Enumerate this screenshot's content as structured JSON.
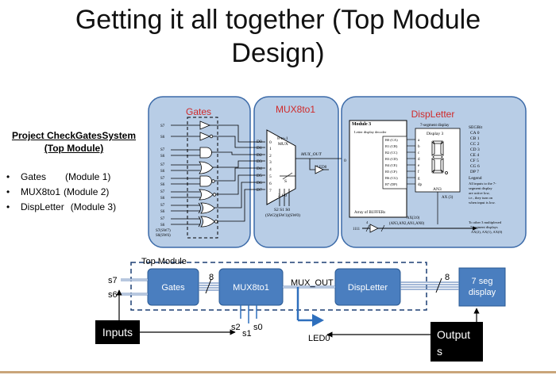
{
  "title": {
    "line1": "Getting it all together (Top Module",
    "line2": "Design)"
  },
  "project": {
    "line1": "Project CheckGatesSystem",
    "line2": "(Top Module)"
  },
  "bullets": [
    {
      "name": "Gates",
      "module": "(Module 1)"
    },
    {
      "name": "MUX8to1",
      "module": "(Module 2)"
    },
    {
      "name": "DispLetter",
      "module": "(Module 3)"
    }
  ],
  "schematic": {
    "gates_title": "Gates",
    "mux_title": "MUX8to1",
    "disp_title": "DispLetter",
    "gate_input_labels": [
      "S7",
      "S6",
      "S7",
      "S6",
      "S7",
      "S6",
      "S7",
      "S6",
      "S7",
      "S6",
      "S7",
      "S6",
      "S7",
      "S6"
    ],
    "gate_bottom_labels": [
      "S7(SW7)",
      "S6(SW6)"
    ],
    "mux_inputs": [
      "D0",
      "D1",
      "D2",
      "D3",
      "D4",
      "D5",
      "D6",
      "D7"
    ],
    "mux_input_nums": [
      "0",
      "1",
      "2",
      "3",
      "4",
      "5",
      "6",
      "7"
    ],
    "mux_block_label_1": "8-to-1",
    "mux_block_label_2": "MUX",
    "mux_s_label": "S",
    "mux_sel_nums": "2  1  0",
    "mux_out_label": "MUX_OUT",
    "led_label": "LED0",
    "mux_out_num": "0",
    "mux_sel_label_1": "S2 S1 S0",
    "mux_sel_label_2": "(SW2)(SW1)(SW0)",
    "module3_label": "Module 3",
    "decoder_label": "Letter display decoder",
    "seg_outputs": [
      "B0 (CA)",
      "B1 (CB)",
      "B2 (CC)",
      "B3 (CD)",
      "B4 (CE)",
      "B5 (CF)",
      "B6 (CG)",
      "B7 (DP)"
    ],
    "seg_letters": [
      "a",
      "b",
      "c",
      "d",
      "e",
      "f",
      "g",
      "dp"
    ],
    "display_header": "7-segment display",
    "display_title": "Display 3",
    "an_label": "AN3",
    "ax_label": "AX (3)",
    "segbit_title": "SEGBit",
    "segbits": [
      "CA  0",
      "CB  1",
      "CC  2",
      "CD  3",
      "CE  4",
      "CF  5",
      "CG  6",
      "DP  7"
    ],
    "legend_title": "Legend",
    "legend_text": [
      "All inputs to the 7-",
      "segment display",
      "are active low,",
      "i.e., they turn on",
      "when input is low."
    ],
    "buffers_label": "Array of BUFFERs",
    "bus_label_1": "AX(3:0)",
    "bus_label_2": "(AN3,AN2,AN1,AN0)",
    "bus_in_label": "1111",
    "bus_width": "4",
    "note_text": [
      "To other 3 multiplexed",
      "7-segment displays",
      "AX(2), AX(1), AX(0)"
    ]
  },
  "top_module": {
    "label": "Top Module",
    "gates": "Gates",
    "mux": "MUX8to1",
    "disp": "DispLetter",
    "seg": [
      "7 seg",
      "display"
    ],
    "s7": "s7",
    "s6": "s6",
    "bus8_a": "8",
    "bus8_b": "8",
    "mux_out": "MUX_OUT",
    "s2": "s2",
    "s1": "s1",
    "s0": "s0",
    "led": "LED0",
    "inputs": "Inputs",
    "outputs": [
      "Output",
      "s"
    ]
  }
}
